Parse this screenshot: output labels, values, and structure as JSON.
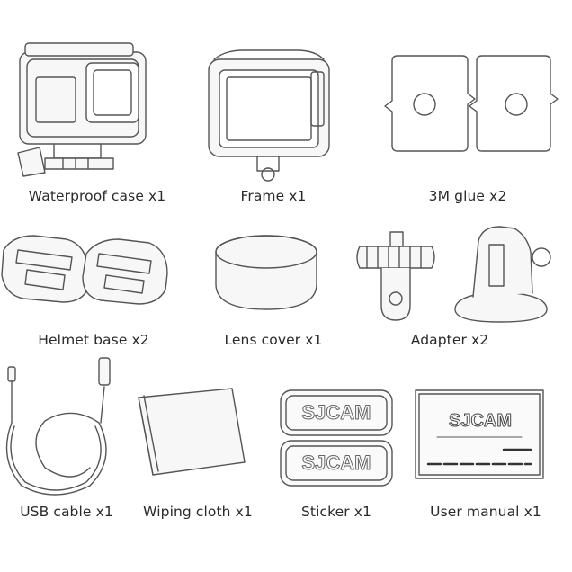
{
  "items": [
    {
      "id": "waterproof-case",
      "label": "Waterproof case x1"
    },
    {
      "id": "frame",
      "label": "Frame x1"
    },
    {
      "id": "3m-glue",
      "label": "3M glue x2"
    },
    {
      "id": "helmet-base",
      "label": "Helmet base x2"
    },
    {
      "id": "lens-cover",
      "label": "Lens cover x1"
    },
    {
      "id": "adapter",
      "label": "Adapter x2"
    },
    {
      "id": "usb-cable",
      "label": "USB cable x1"
    },
    {
      "id": "wiping-cloth",
      "label": "Wiping cloth x1"
    },
    {
      "id": "sticker",
      "label": "Sticker x1"
    },
    {
      "id": "user-manual",
      "label": "User manual x1"
    }
  ],
  "sticker": {
    "brand": "SJCAM"
  },
  "manual": {
    "brand": "SJCAM"
  },
  "colors": {
    "line": "#555555",
    "fill": "#f7f7f7",
    "text": "#2a2a2a"
  }
}
